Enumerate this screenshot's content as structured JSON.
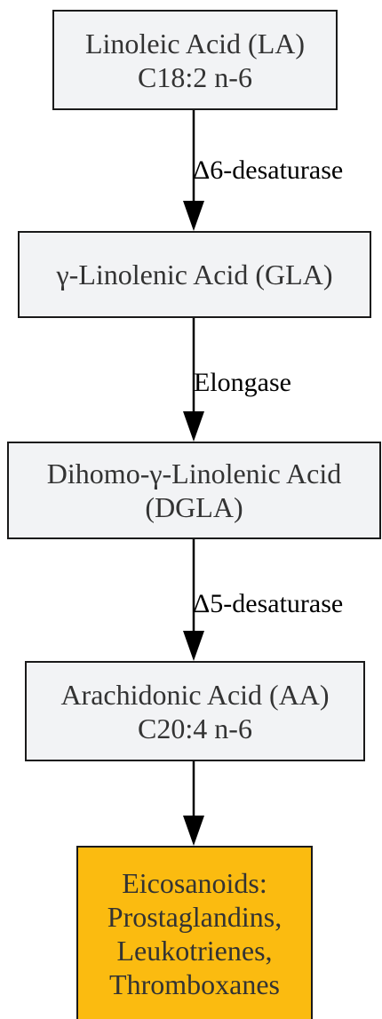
{
  "nodes": [
    {
      "id": "la",
      "lines": [
        "Linoleic Acid (LA)",
        "C18:2 n-6"
      ]
    },
    {
      "id": "gla",
      "lines": [
        "γ-Linolenic Acid (GLA)"
      ]
    },
    {
      "id": "dgla",
      "lines": [
        "Dihomo-γ-Linolenic Acid",
        "(DGLA)"
      ]
    },
    {
      "id": "aa",
      "lines": [
        "Arachidonic Acid (AA)",
        "C20:4 n-6"
      ]
    },
    {
      "id": "eicosanoids",
      "lines": [
        "Eicosanoids:",
        "Prostaglandins,",
        "Leukotrienes,",
        "Thromboxanes"
      ]
    }
  ],
  "edges": [
    {
      "from": "la",
      "to": "gla",
      "label": "Δ6-desaturase"
    },
    {
      "from": "gla",
      "to": "dgla",
      "label": "Elongase"
    },
    {
      "from": "dgla",
      "to": "aa",
      "label": "Δ5-desaturase"
    },
    {
      "from": "aa",
      "to": "eicosanoids",
      "label": ""
    }
  ],
  "colors": {
    "node_fill": "#f2f3f5",
    "highlight_fill": "#fbbb10",
    "border": "#1a1a1a",
    "text": "#333333",
    "arrow": "#000000"
  }
}
